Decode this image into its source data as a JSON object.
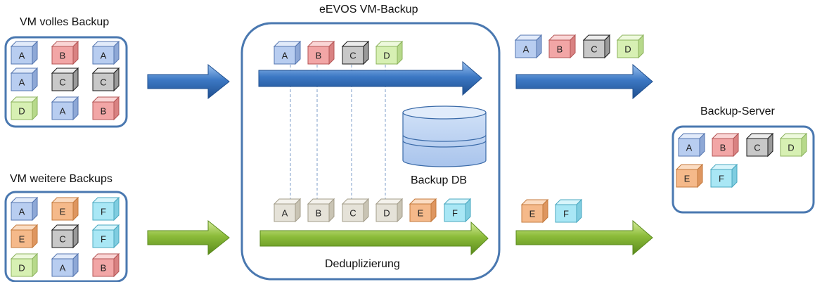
{
  "colors": {
    "A": {
      "front": "#b8cdf0",
      "top": "#e2ebfa",
      "side": "#8ea8d6",
      "stroke": "#5576b0"
    },
    "B": {
      "front": "#f2a6a6",
      "top": "#fad6d6",
      "side": "#d98282",
      "stroke": "#b45555"
    },
    "C": {
      "front": "#c8c8c8",
      "top": "#ececec",
      "side": "#9a9a9a",
      "stroke": "#1a1a1a"
    },
    "D": {
      "front": "#d7f0b3",
      "top": "#eef9dd",
      "side": "#b7d98b",
      "stroke": "#8cb35e"
    },
    "E": {
      "front": "#f5b98a",
      "top": "#fbdcc2",
      "side": "#de9660",
      "stroke": "#c47a3d"
    },
    "F": {
      "front": "#a9e7f5",
      "top": "#d8f5fb",
      "side": "#7fcde0",
      "stroke": "#4aa8c0"
    },
    "G": {
      "front": "#e5e2d8",
      "top": "#f4f2ec",
      "side": "#c9c4b4",
      "stroke": "#a39d8a"
    },
    "frame": "#4a78b0",
    "blue_arrow": "#3c78c4",
    "green_arrow": "#8cbc3a"
  },
  "labels": {
    "vm_full": "VM volles Backup",
    "evos_title": "eEVOS VM-Backup",
    "vm_further": "VM weitere Backups",
    "backup_server": "Backup-Server",
    "backup_db": "Backup DB",
    "dedup": "Deduplizierung"
  },
  "vm_full_blocks": [
    "A",
    "B",
    "A",
    "A",
    "C",
    "C",
    "D",
    "A",
    "B"
  ],
  "vm_further_blocks": [
    "A",
    "E",
    "F",
    "E",
    "C",
    "F",
    "D",
    "A",
    "B"
  ],
  "top_stream_blocks": [
    "A",
    "B",
    "C",
    "D"
  ],
  "bottom_stream_blocks": [
    {
      "label": "A",
      "color": "G"
    },
    {
      "label": "B",
      "color": "G"
    },
    {
      "label": "C",
      "color": "G"
    },
    {
      "label": "D",
      "color": "G"
    },
    {
      "label": "E",
      "color": "E"
    },
    {
      "label": "F",
      "color": "F"
    }
  ],
  "out_top_blocks": [
    "A",
    "B",
    "C",
    "D"
  ],
  "out_bottom_blocks": [
    "E",
    "F"
  ],
  "server_blocks": [
    "A",
    "B",
    "C",
    "D",
    "E",
    "F"
  ]
}
